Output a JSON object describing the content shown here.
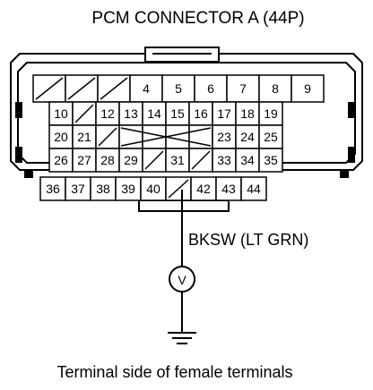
{
  "title": "PCM CONNECTOR A (44P)",
  "wire_label": "BKSW (LT GRN)",
  "meter_symbol": "V",
  "caption": "Terminal side of female terminals",
  "probe_pin": "40",
  "rows": [
    [
      "",
      "",
      "",
      "4",
      "5",
      "6",
      "7",
      "8",
      "9"
    ],
    [
      "10",
      "",
      "12",
      "13",
      "14",
      "15",
      "16",
      "17",
      "18",
      "19"
    ],
    [
      "20",
      "21",
      "",
      "",
      "",
      "",
      "",
      "23",
      "24",
      "25"
    ],
    [
      "26",
      "27",
      "28",
      "29",
      "",
      "31",
      "",
      "33",
      "34",
      "35"
    ],
    [
      "36",
      "37",
      "38",
      "39",
      "40",
      "",
      "42",
      "43",
      "44"
    ]
  ],
  "icons": {
    "voltmeter": "voltmeter-icon",
    "ground": "ground-icon"
  }
}
